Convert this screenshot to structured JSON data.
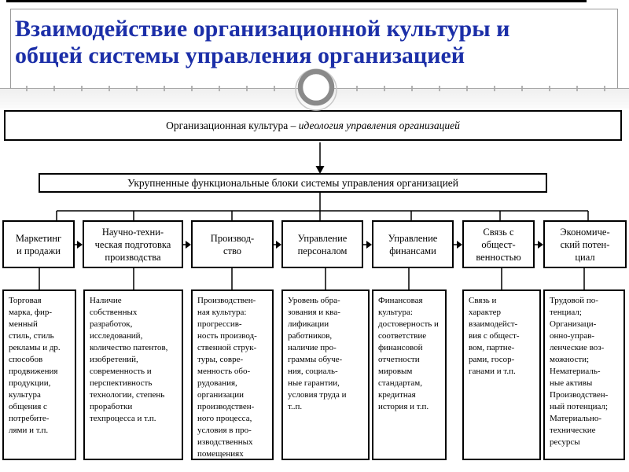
{
  "slide": {
    "title": "Взаимодействие организационной культуры и\nобщей системы управления организацией"
  },
  "diagram": {
    "top_box": {
      "normal": "Организационная культура – ",
      "italic": "идеология управления организацией"
    },
    "blocks_box": "Укрупненные функциональные блоки системы управления организацией",
    "columns": [
      {
        "header": "Маркетинг\nи продажи",
        "detail": "Торговая\nмарка, фир-\nменный\nстиль, стиль\nрекламы и др.\nспособов\nпродвижения\nпродукции,\nкультура\nобщения с\nпотребите-\nлями и т.п."
      },
      {
        "header": "Научно-техни-\nческая подготовка\nпроизводства",
        "detail": "Наличие\nсобственных\nразработок,\nисследований,\nколичество патентов,\nизобретений,\nсовременность и\nперспективность\nтехнологии, степень\nпроработки\nтехпроцесса и т.п."
      },
      {
        "header": "Производ-\nство",
        "detail": "Производствен-\nная культура:\nпрогрессив-\nность производ-\nственной струк-\nтуры, совре-\nменность обо-\nрудования,\nорганизации\nпроизводствен-\nного процесса,\nусловия в про-\nизводственных\nпомещениях"
      },
      {
        "header": "Управление\nперсоналом",
        "detail": "Уровень обра-\nзования и ква-\nлификации\nработников,\nналичие про-\nграммы обуче-\nния, социаль-\nные гарантии,\nусловия труда и\nт..п."
      },
      {
        "header": "Управление\nфинансами",
        "detail": "Финансовая\nкультура:\nдостоверность и\nсоответствие\nфинансовой\nотчетности\nмировым\nстандартам,\nкредитная\nистория и т.п."
      },
      {
        "header": "Связь с\nобщест-\nвенностью",
        "detail": "Связь и\nхарактер\nвзаимодейст-\nвия с общест-\nвом, партне-\nрами, госор-\nганами и т.п."
      },
      {
        "header": "Экономиче-\nский потен-\nциал",
        "detail": "Трудовой по-\nтенциал;\nОрганизаци-\nонно-управ-\nленческие воз-\nможности;\nНематериаль-\nные активы\nПроизводствен-\nный потенциал;\nМатериально-\nтехнические\nресурсы"
      }
    ]
  }
}
